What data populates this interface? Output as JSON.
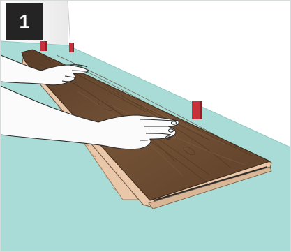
{
  "step": {
    "number": "1"
  },
  "colors": {
    "floor": "#a9dcd6",
    "wall": "#f1f1f1",
    "plank_wood": "#6a4b33",
    "plank_underlayer": "#e9c7a8",
    "spacer": "#c8313a",
    "skin": "#fbfbfb",
    "badge": "#242424"
  },
  "icons": [
    "hand",
    "spacer-wedge",
    "floor-plank"
  ]
}
